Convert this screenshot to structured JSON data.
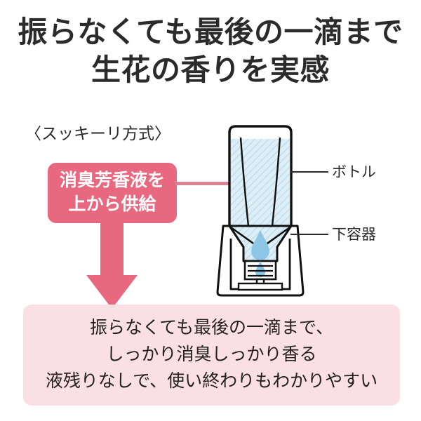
{
  "headline": {
    "line1": "振らなくても最後の一滴まで",
    "line2": "生花の香りを実感"
  },
  "method": {
    "label": "〈スッキーリ方式〉"
  },
  "callout": {
    "line1": "消臭芳香液を",
    "line2": "上から供給"
  },
  "diagram": {
    "labels": {
      "bottle": "ボトル",
      "lower_container": "下容器"
    }
  },
  "benefits": {
    "line1": "振らなくても最後の一滴まで、",
    "line2": "しっかり消臭しっかり香る",
    "line3": "液残りなしで、使い終わりもわかりやすい"
  },
  "colors": {
    "accent_pink": "#e8687f",
    "panel_pink": "#fae0e4",
    "connector_pink": "#d98296",
    "liquid_blue": "#cfe8f2",
    "droplet_blue": "#8ec6e6",
    "text_dark": "#2b2b2b"
  }
}
